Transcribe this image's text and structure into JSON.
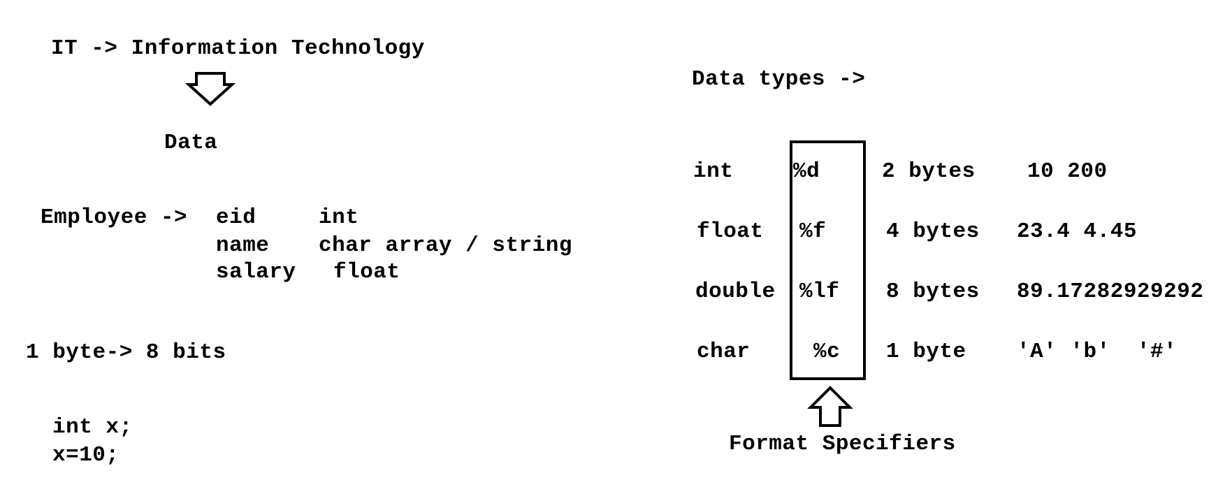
{
  "left_notes": {
    "it_line": "IT -> Information Technology",
    "data_label": "Data",
    "employee": {
      "label": "Employee ->",
      "fields": [
        {
          "name": "eid",
          "type": "int"
        },
        {
          "name": "name",
          "type": "char array / string"
        },
        {
          "name": "salary",
          "type": "float"
        }
      ]
    },
    "byte_note": "1 byte-> 8 bits",
    "code": {
      "line1": "int x;",
      "line2": "x=10;"
    }
  },
  "right_notes": {
    "heading": "Data types ->",
    "rows": [
      {
        "type": "int",
        "specifier": "%d",
        "size": "2 bytes",
        "examples": "10 200"
      },
      {
        "type": "float",
        "specifier": "%f",
        "size": "4 bytes",
        "examples": "23.4 4.45"
      },
      {
        "type": "double",
        "specifier": "%lf",
        "size": "8 bytes",
        "examples": "89.17282929292"
      },
      {
        "type": "char",
        "specifier": "%c",
        "size": "1 byte",
        "examples": "'A' 'b'  '#'"
      }
    ],
    "format_label": "Format Specifiers"
  },
  "arrows": {
    "down_arrow_icon": "hollow-down-arrow",
    "up_arrow_icon": "hollow-up-arrow"
  }
}
